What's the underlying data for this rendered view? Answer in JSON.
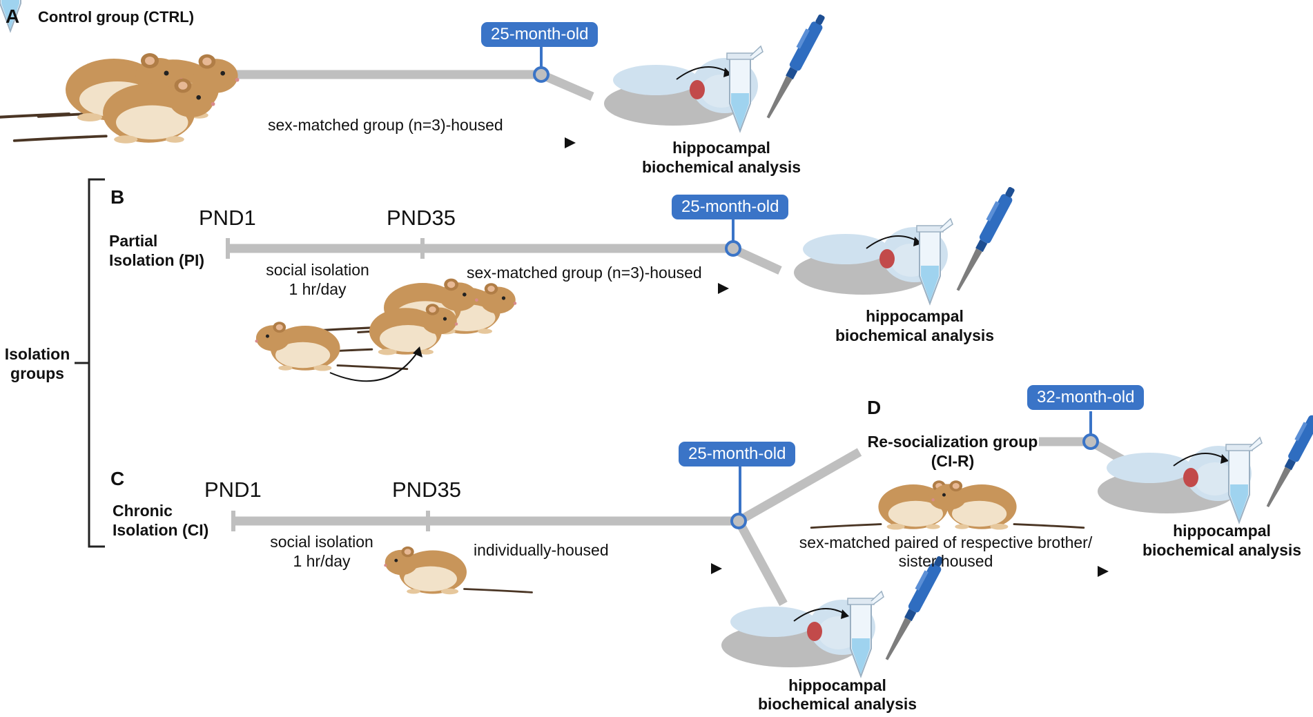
{
  "panel_a": {
    "letter": "A",
    "title": "Control group (CTRL)",
    "age": "25-month-old",
    "housing": "sex-matched group (n=3)-housed",
    "analysis_line1": "hippocampal",
    "analysis_line2": "biochemical analysis"
  },
  "isolation": {
    "line1": "Isolation",
    "line2": "groups"
  },
  "panel_b": {
    "letter": "B",
    "title_line1": "Partial",
    "title_line2": "Isolation (PI)",
    "start": "PND1",
    "mid": "PND35",
    "age": "25-month-old",
    "isolation_line1": "social isolation",
    "isolation_line2": "1 hr/day",
    "housing": "sex-matched group (n=3)-housed",
    "analysis_line1": "hippocampal",
    "analysis_line2": "biochemical analysis"
  },
  "panel_c": {
    "letter": "C",
    "title_line1": "Chronic",
    "title_line2": "Isolation (CI)",
    "start": "PND1",
    "mid": "PND35",
    "age": "25-month-old",
    "isolation_line1": "social isolation",
    "isolation_line2": "1 hr/day",
    "housing": "individually-housed",
    "analysis_line1": "hippocampal",
    "analysis_line2": "biochemical analysis"
  },
  "panel_d": {
    "letter": "D",
    "title_line1": "Re-socialization group",
    "title_line2": "(CI-R)",
    "age": "32-month-old",
    "housing_line1": "sex-matched paired of respective brother/",
    "housing_line2": "sister housed",
    "analysis_line1": "hippocampal",
    "analysis_line2": "biochemical analysis"
  },
  "colors": {
    "pill": "#3a74c7",
    "timeline": "#bfbfbf",
    "gerbil": "#c8955a",
    "brain_blue": "#cfe1ef",
    "brain_gray": "#bcbcbc",
    "hippocampus": "#c24a4a",
    "pipette": "#2f6dc0"
  }
}
